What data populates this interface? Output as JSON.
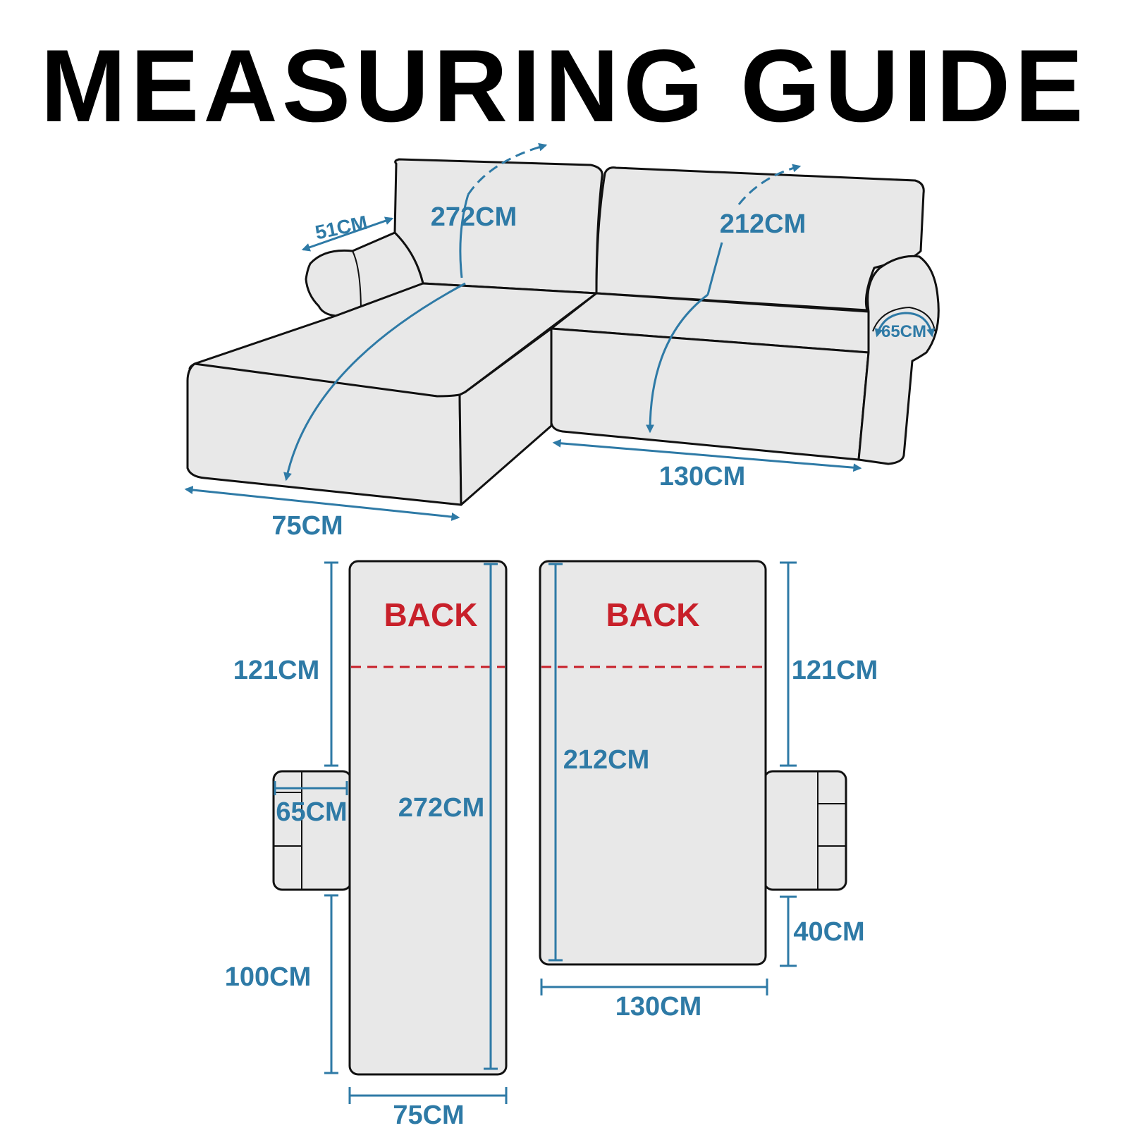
{
  "title": "MEASURING GUIDE",
  "sofa_3d": {
    "chaise_length": "272CM",
    "sofa_length": "212CM",
    "arm_width": "51CM",
    "arm_wrap": "65CM",
    "sofa_front": "130CM",
    "chaise_front": "75CM"
  },
  "left_pattern": {
    "back_label": "BACK",
    "back_height": "121CM",
    "total_length": "272CM",
    "arm_width": "65CM",
    "seat_length": "100CM",
    "width": "75CM"
  },
  "right_pattern": {
    "back_label": "BACK",
    "back_height": "121CM",
    "total_length": "212CM",
    "seat_length": "40CM",
    "width": "130CM"
  },
  "colors": {
    "dimension": "#2e7aa6",
    "back_marker": "#c8202a",
    "fabric": "#e8e8e8",
    "outline": "#111111"
  }
}
